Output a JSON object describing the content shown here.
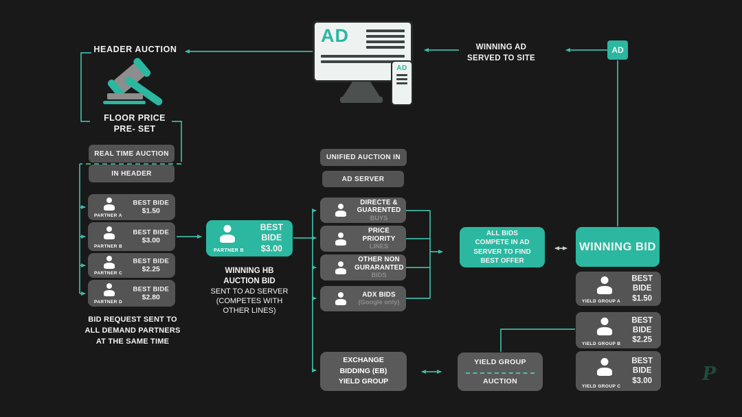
{
  "colors": {
    "accent": "#2bb7a0",
    "line": "#3fb9a7",
    "box_gray": "#555555",
    "background": "#191919",
    "muted_text": "#8d8d8d"
  },
  "top": {
    "header_auction": "HEADER AUCTION",
    "winning_ad": [
      "WINNING AD",
      "SERVED TO SITE"
    ],
    "ad_badge": "AD",
    "monitor_ad": "AD",
    "phone_ad": "AD"
  },
  "left": {
    "floor_price": [
      "FLOOR PRICE",
      "PRE- SET"
    ],
    "real_time_auction": "REAL TIME AUCTION",
    "in_header": "IN HEADER",
    "bid_label": "BEST BIDE",
    "partners": [
      {
        "name": "PARTNER A",
        "amount": "$1.50"
      },
      {
        "name": "PARTNER B",
        "amount": "$3.00"
      },
      {
        "name": "PARTNER C",
        "amount": "$2.25"
      },
      {
        "name": "PARTNER D",
        "amount": "$2.80"
      }
    ],
    "bid_request": [
      "BID REQUEST SENT TO",
      "ALL DEMAND PARTNERS",
      "AT THE SAME TIME"
    ]
  },
  "center": {
    "winner_card": {
      "name": "PARTNER B",
      "l1": "BEST",
      "l2": "BIDE",
      "amount": "$3.00"
    },
    "hb_bold": [
      "WINNING HB",
      "AUCTION BID"
    ],
    "hb_rest": [
      "SENT TO AD SERVER",
      "(COMPETES WITH",
      "OTHER LINES)"
    ],
    "unified_auction": "UNIFIED AUCTION IN",
    "ad_server": "AD SERVER",
    "server_lines": [
      {
        "t1": "DIRECTE &",
        "t2": "GUARENTED",
        "sub": "BUYS"
      },
      {
        "t1": "PRICE",
        "t2": "PRIORITY",
        "sub": "LINES"
      },
      {
        "t1": "OTHER NON",
        "t2": "GURARANTED",
        "sub": "BIDS"
      },
      {
        "t1": "ADX BIDS",
        "t2": "",
        "sub": "(Google only)"
      }
    ],
    "exchange_bidding": [
      "EXCHANGE",
      "BIDDING (EB)",
      "YIELD GROUP"
    ]
  },
  "right": {
    "all_bids": [
      "ALL BIDS",
      "COMPETE IN AD",
      "SERVER TO FIND",
      "BEST OFFER"
    ],
    "winning_bid": "WINNING BID",
    "bid_l1": "BEST",
    "bid_l2": "BIDE",
    "yield_groups": [
      {
        "name": "YIELD GROUP A",
        "amount": "$1.50"
      },
      {
        "name": "YIELD GROUP B",
        "amount": "$2.25"
      },
      {
        "name": "YIELD GROUP C",
        "amount": "$3.00"
      }
    ],
    "yield_auction": {
      "top": "YIELD GROUP",
      "bottom": "AUCTION"
    }
  },
  "logo": "P"
}
